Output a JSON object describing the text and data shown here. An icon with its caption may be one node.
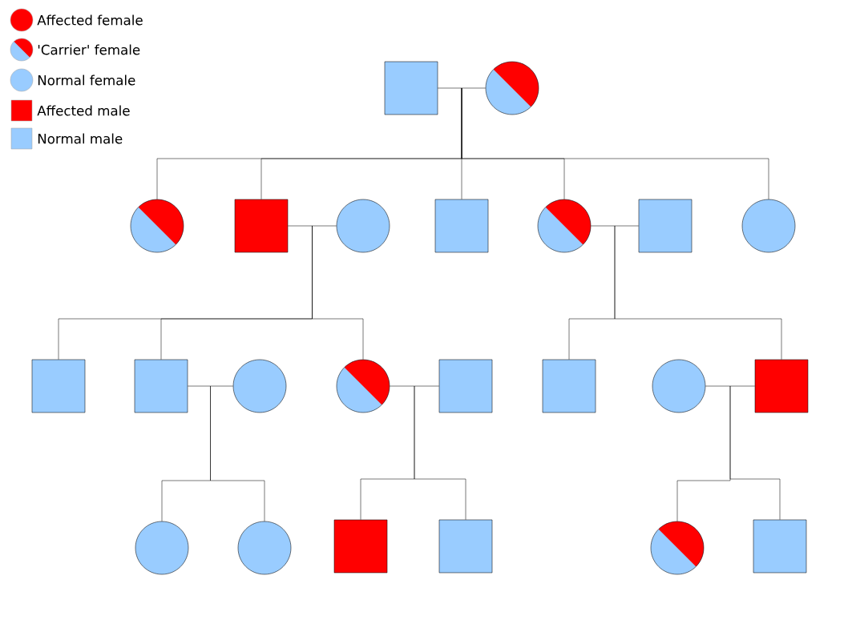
{
  "diagram": {
    "nodes": [
      {
        "text": [],
        "shape": "box"
      },
      {
        "text": [],
        "shape": "circle"
      },
      {
        "text": [],
        "shape": "circle"
      },
      {
        "text": [],
        "shape": "box"
      },
      {
        "text": [],
        "shape": "circle"
      },
      {
        "text": [],
        "shape": "box"
      },
      {
        "text": [],
        "shape": "circle"
      },
      {
        "text": [],
        "shape": "box"
      },
      {
        "text": [],
        "shape": "circle"
      },
      {
        "text": [],
        "shape": "box"
      },
      {
        "text": [],
        "shape": "box"
      },
      {
        "text": [],
        "shape": "circle"
      },
      {
        "text": [],
        "shape": "circle"
      },
      {
        "text": [],
        "shape": "box"
      },
      {
        "text": [],
        "shape": "box"
      },
      {
        "text": [],
        "shape": "circle"
      },
      {
        "text": [],
        "shape": "box"
      },
      {
        "text": [],
        "shape": "circle"
      },
      {
        "text": [],
        "shape": "circle"
      },
      {
        "text": [],
        "shape": "box"
      },
      {
        "text": [],
        "shape": "box"
      },
      {
        "text": [],
        "shape": "circle"
      },
      {
        "text": [],
        "shape": "box"
      }
    ],
    "edges": [
      {
        "from": 0,
        "to": 1,
        "arrow": "none"
      },
      {
        "from": 0,
        "to": 2,
        "arrow": "none"
      },
      {
        "from": 1,
        "to": 2,
        "arrow": "none"
      },
      {
        "from": 0,
        "to": 3,
        "arrow": "none"
      },
      {
        "from": 1,
        "to": 3,
        "arrow": "none"
      },
      {
        "from": 0,
        "to": 5,
        "arrow": "none"
      },
      {
        "from": 1,
        "to": 5,
        "arrow": "none"
      },
      {
        "from": 0,
        "to": 6,
        "arrow": "none"
      },
      {
        "from": 1,
        "to": 6,
        "arrow": "none"
      },
      {
        "from": 0,
        "to": 8,
        "arrow": "none"
      },
      {
        "from": 1,
        "to": 8,
        "arrow": "none"
      },
      {
        "from": 3,
        "to": 4,
        "arrow": "none"
      },
      {
        "from": 3,
        "to": 9,
        "arrow": "none"
      },
      {
        "from": 4,
        "to": 9,
        "arrow": "none"
      },
      {
        "from": 3,
        "to": 10,
        "arrow": "none"
      },
      {
        "from": 4,
        "to": 10,
        "arrow": "none"
      },
      {
        "from": 3,
        "to": 12,
        "arrow": "none"
      },
      {
        "from": 4,
        "to": 12,
        "arrow": "none"
      },
      {
        "from": 6,
        "to": 7,
        "arrow": "none"
      },
      {
        "from": 6,
        "to": 14,
        "arrow": "none"
      },
      {
        "from": 7,
        "to": 14,
        "arrow": "none"
      },
      {
        "from": 6,
        "to": 16,
        "arrow": "none"
      },
      {
        "from": 7,
        "to": 16,
        "arrow": "none"
      },
      {
        "from": 10,
        "to": 11,
        "arrow": "none"
      },
      {
        "from": 10,
        "to": 17,
        "arrow": "none"
      },
      {
        "from": 11,
        "to": 17,
        "arrow": "none"
      },
      {
        "from": 10,
        "to": 18,
        "arrow": "none"
      },
      {
        "from": 11,
        "to": 18,
        "arrow": "none"
      },
      {
        "from": 12,
        "to": 13,
        "arrow": "none"
      },
      {
        "from": 12,
        "to": 19,
        "arrow": "none"
      },
      {
        "from": 13,
        "to": 19,
        "arrow": "none"
      },
      {
        "from": 12,
        "to": 20,
        "arrow": "none"
      },
      {
        "from": 13,
        "to": 20,
        "arrow": "none"
      },
      {
        "from": 15,
        "to": 16,
        "arrow": "none"
      },
      {
        "from": 15,
        "to": 21,
        "arrow": "none"
      },
      {
        "from": 16,
        "to": 21,
        "arrow": "none"
      },
      {
        "from": 15,
        "to": 22,
        "arrow": "none"
      },
      {
        "from": 16,
        "to": 22,
        "arrow": "none"
      }
    ],
    "legend": [
      {
        "text": "Affected female",
        "color": "#ff0000"
      },
      {
        "text": "'Carrier' female"
      },
      {
        "text": "Normal female",
        "color": "#99ccff"
      },
      {
        "text": "Affected male",
        "color": "#ff0000"
      },
      {
        "text": "Normal male",
        "color": "#99ccff"
      }
    ]
  }
}
